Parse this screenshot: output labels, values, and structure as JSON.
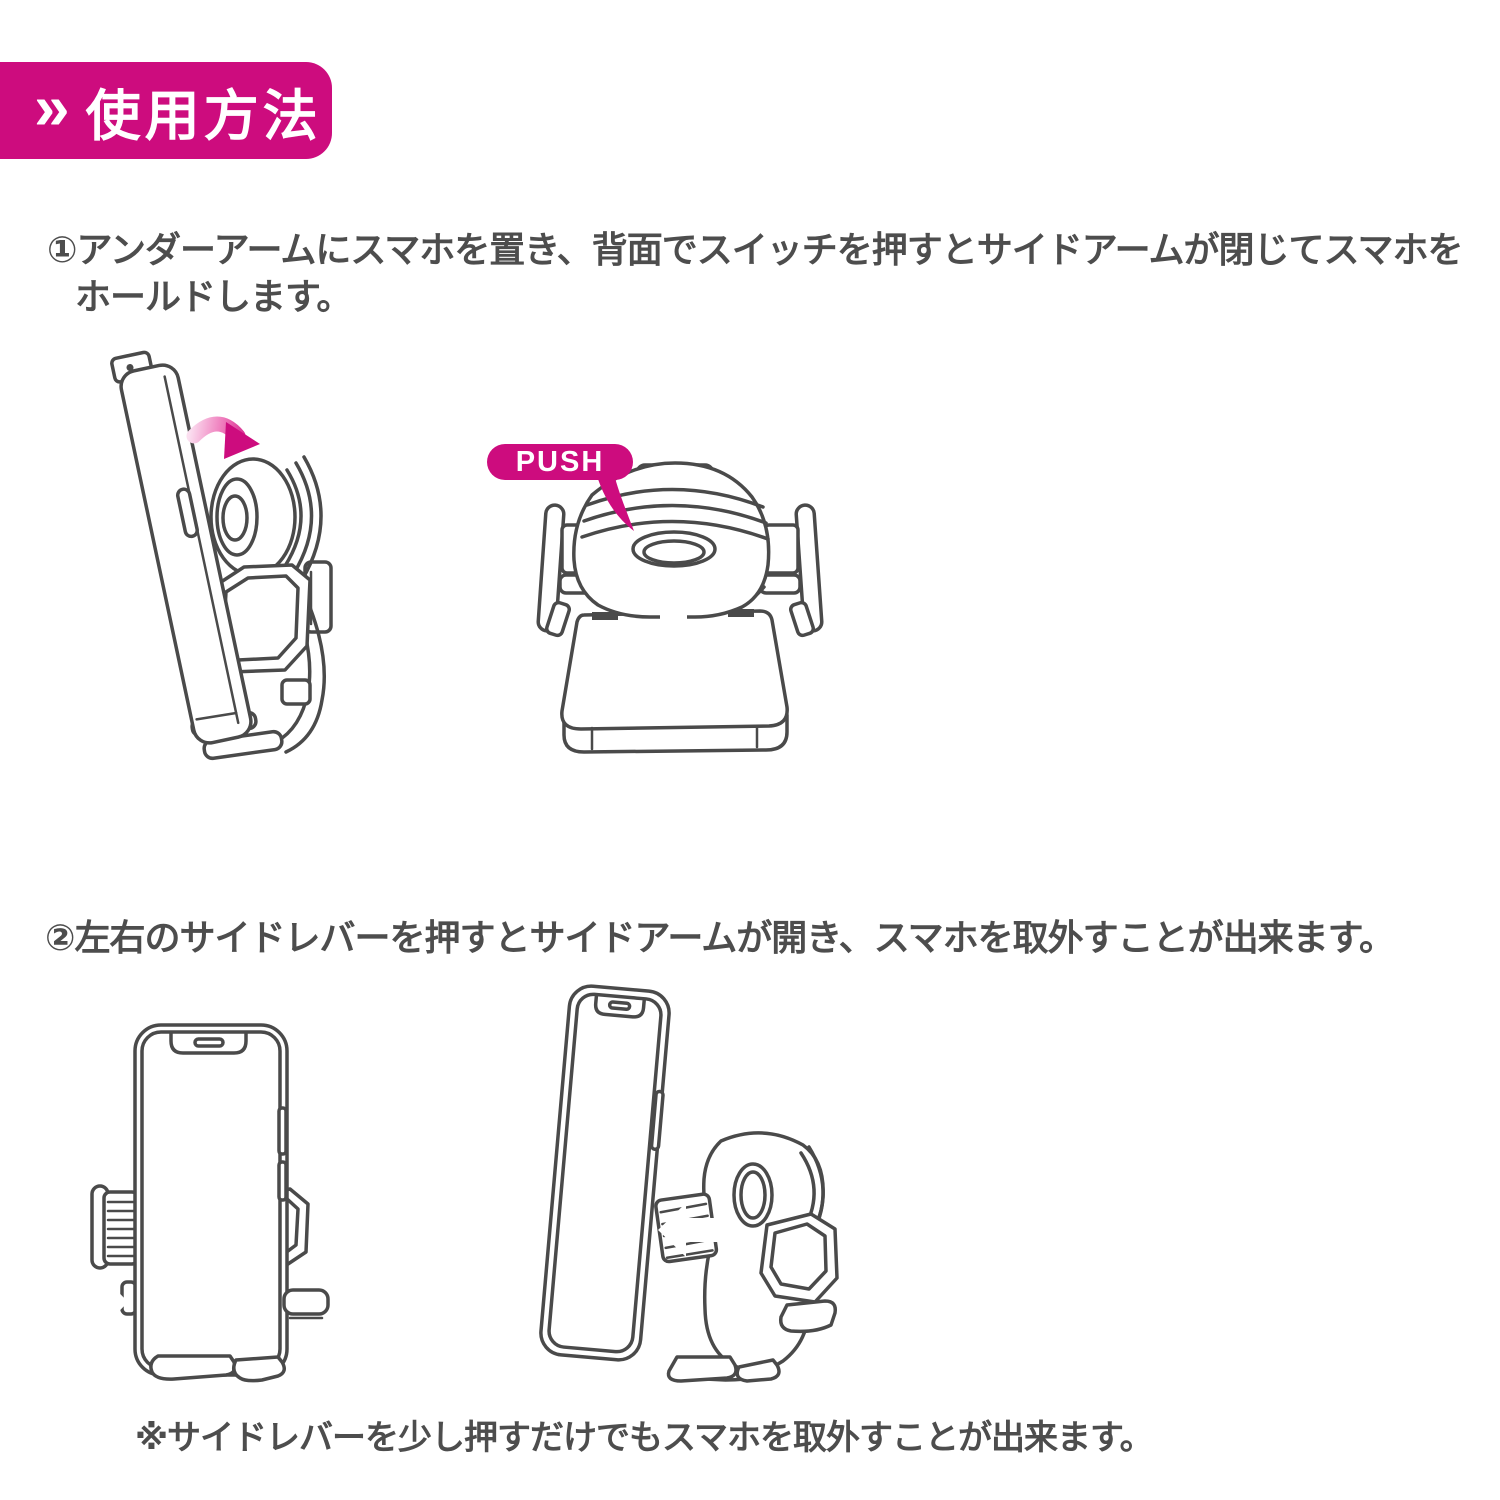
{
  "colors": {
    "accent_magenta": "#CD0C7E",
    "line_gray": "#4A4A4A",
    "text_gray": "#4D4D4D",
    "background": "#FFFFFF"
  },
  "header": {
    "chevron": "»",
    "title": "使用方法"
  },
  "step1": {
    "line1": "①アンダーアームにスマホを置き、背面でスイッチを押すとサイドアームが閉じてスマホを",
    "line2": "ホールドします。"
  },
  "push_label": "PUSH",
  "step2": {
    "text": "②左右のサイドレバーを押すとサイドアームが開き、スマホを取外すことが出来ます。"
  },
  "footnote": "※サイドレバーを少し押すだけでもスマホを取外すことが出来ます。"
}
